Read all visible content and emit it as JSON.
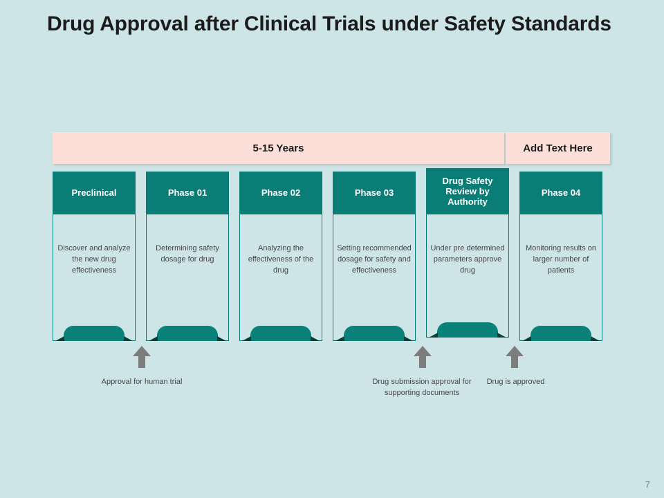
{
  "slide": {
    "title": "Drug Approval after Clinical Trials under Safety Standards",
    "page_number": "7",
    "background_color": "#cde5e6"
  },
  "banner": {
    "main_label": "5-15 Years",
    "side_label": "Add Text Here",
    "background_color": "#fcdfd8"
  },
  "theme": {
    "teal": "#0a7e76",
    "cap_teal": "#0a8179",
    "cap_shadow": "#083f3c",
    "arrow_gray": "#7d7d7d",
    "body_text": "#454545"
  },
  "columns": [
    {
      "header": "Preclinical",
      "body": "Discover and analyze the new drug effectiveness",
      "tall_header": false
    },
    {
      "header": "Phase 01",
      "body": "Determining safety dosage for drug",
      "tall_header": false
    },
    {
      "header": "Phase 02",
      "body": "Analyzing the effectiveness of the drug",
      "tall_header": false
    },
    {
      "header": "Phase 03",
      "body": "Setting recommended dosage for safety and effectiveness",
      "tall_header": false
    },
    {
      "header": "Drug Safety Review by Authority",
      "body": "Under pre determined parameters approve drug",
      "tall_header": true
    },
    {
      "header": "Phase 04",
      "body": "Monitoring results on larger number of patients",
      "tall_header": false
    }
  ],
  "captions": [
    {
      "text": "Approval for human trial"
    },
    {
      "text": "Drug submission approval for supporting documents"
    },
    {
      "text": "Drug is approved"
    }
  ],
  "arrows": [
    {
      "name": "arrow-approval-human-trial"
    },
    {
      "name": "arrow-drug-submission"
    },
    {
      "name": "arrow-drug-approved"
    }
  ]
}
